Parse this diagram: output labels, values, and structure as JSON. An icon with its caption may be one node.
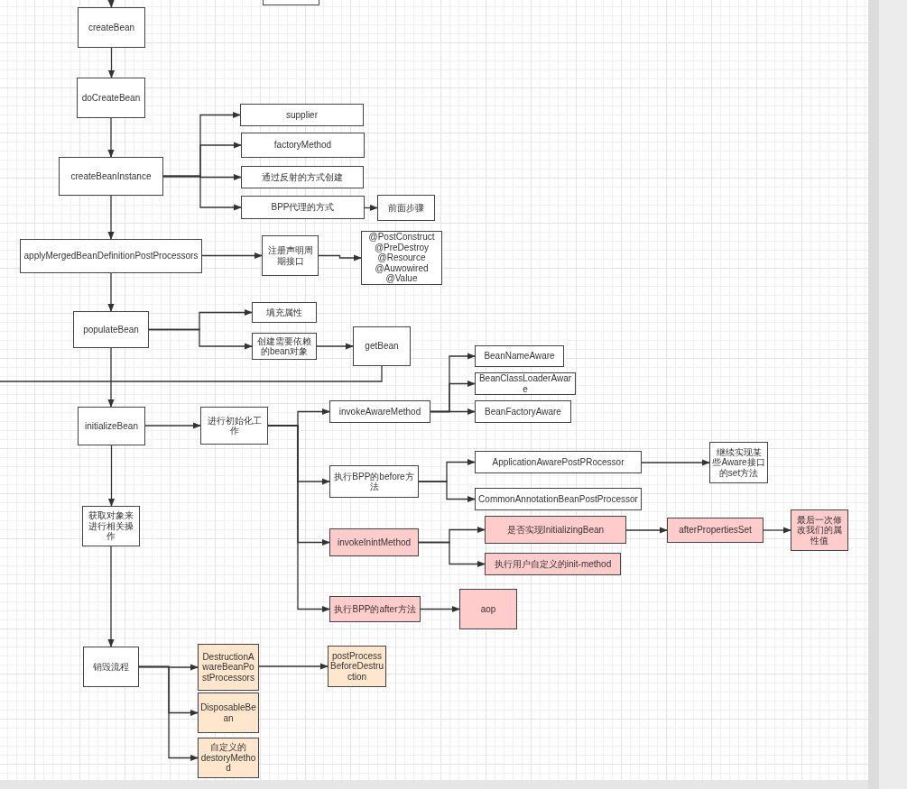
{
  "diagram": {
    "nodes": [
      {
        "text": [
          "createBean"
        ]
      },
      {
        "text": [
          "doCreateBean"
        ]
      },
      {
        "text": [
          "createBeanInstance"
        ]
      },
      {
        "text": [
          "supplier"
        ]
      },
      {
        "text": [
          "factoryMethod"
        ]
      },
      {
        "text": [
          "通过反射的方式创建"
        ]
      },
      {
        "text": [
          "BPP代理的方式"
        ]
      },
      {
        "text": [
          "前面步骤"
        ]
      },
      {
        "text": [
          "applyMergedBeanDefinitionPostProcessors"
        ]
      },
      {
        "text": [
          "注册声明周期接口"
        ]
      },
      {
        "text": [
          "@PostConstruct @PreDestroy @Resource @Auwowired @Value"
        ]
      },
      {
        "text": [
          "populateBean"
        ]
      },
      {
        "text": [
          "填充属性"
        ]
      },
      {
        "text": [
          "创建需要依赖的bean对象"
        ]
      },
      {
        "text": [
          "getBean"
        ]
      },
      {
        "text": [
          "initializeBean"
        ]
      },
      {
        "text": [
          "进行初始化工作"
        ]
      },
      {
        "text": [
          "invokeAwareMethod"
        ]
      },
      {
        "text": [
          "BeanNameAware"
        ]
      },
      {
        "text": [
          "BeanClassLoaderAware"
        ]
      },
      {
        "text": [
          "BeanFactoryAware"
        ]
      },
      {
        "text": [
          "获取对象来进行相关操作"
        ]
      },
      {
        "text": [
          "执行BPP的before方法"
        ]
      },
      {
        "text": [
          "ApplicationAwarePostPRocessor"
        ]
      },
      {
        "text": [
          "CommonAnnotationBeanPostProcessor"
        ]
      },
      {
        "text": [
          "继续实现某些Aware接口的set方法"
        ]
      },
      {
        "text": [
          "invokeInintMethod"
        ]
      },
      {
        "text": [
          "是否实现InitializingBean"
        ]
      },
      {
        "text": [
          "afterPropertiesSet"
        ]
      },
      {
        "text": [
          "最后一次修改我们的属性值"
        ]
      },
      {
        "text": [
          "执行用户自定义的init-method"
        ]
      },
      {
        "text": [
          "执行BPP的after方法"
        ]
      },
      {
        "text": [
          "aop"
        ]
      },
      {
        "text": [
          "销毁流程"
        ]
      },
      {
        "text": [
          "DestructionAwareBeanPostProcessors"
        ]
      },
      {
        "text": [
          "postProcessBeforeDestruction"
        ]
      },
      {
        "text": [
          "DisposableBean"
        ]
      },
      {
        "text": [
          "自定义的destoryMethod"
        ]
      },
      {
        "text": [],
        "shape": "box"
      }
    ],
    "edges": [
      {
        "from": null,
        "to": 0,
        "arrow": "to"
      },
      {
        "from": 0,
        "to": 1,
        "arrow": "to"
      },
      {
        "from": 1,
        "to": 2,
        "arrow": "to"
      },
      {
        "from": 2,
        "to": 3,
        "arrow": "to"
      },
      {
        "from": 2,
        "to": 4,
        "arrow": "to"
      },
      {
        "from": 2,
        "to": 5,
        "arrow": "to"
      },
      {
        "from": 2,
        "to": 6,
        "arrow": "to"
      },
      {
        "from": 6,
        "to": 7,
        "arrow": "to"
      },
      {
        "from": 2,
        "to": 8,
        "arrow": "to"
      },
      {
        "from": 8,
        "to": 9,
        "arrow": "to"
      },
      {
        "from": 9,
        "to": 10,
        "arrow": "to"
      },
      {
        "from": 8,
        "to": 11,
        "arrow": "to"
      },
      {
        "from": 11,
        "to": 12,
        "arrow": "to"
      },
      {
        "from": 11,
        "to": 13,
        "arrow": "to"
      },
      {
        "from": 13,
        "to": 14,
        "arrow": "to"
      },
      {
        "from": 14,
        "to": null,
        "arrow": "none"
      },
      {
        "from": 11,
        "to": 15,
        "arrow": "to"
      },
      {
        "from": 15,
        "to": 16,
        "arrow": "to"
      },
      {
        "from": 16,
        "to": 17,
        "arrow": "to"
      },
      {
        "from": 16,
        "to": 22,
        "arrow": "to"
      },
      {
        "from": 16,
        "to": 26,
        "arrow": "to"
      },
      {
        "from": 16,
        "to": 31,
        "arrow": "to"
      },
      {
        "from": 17,
        "to": 18,
        "arrow": "to"
      },
      {
        "from": 17,
        "to": 19,
        "arrow": "to"
      },
      {
        "from": 17,
        "to": 20,
        "arrow": "to"
      },
      {
        "from": 22,
        "to": 23,
        "arrow": "to"
      },
      {
        "from": 22,
        "to": 24,
        "arrow": "to"
      },
      {
        "from": 23,
        "to": 25,
        "arrow": "to"
      },
      {
        "from": 26,
        "to": 27,
        "arrow": "to"
      },
      {
        "from": 26,
        "to": 30,
        "arrow": "to"
      },
      {
        "from": 27,
        "to": 28,
        "arrow": "to"
      },
      {
        "from": 28,
        "to": 29,
        "arrow": "to"
      },
      {
        "from": 31,
        "to": 32,
        "arrow": "to"
      },
      {
        "from": 15,
        "to": 21,
        "arrow": "to"
      },
      {
        "from": 21,
        "to": 33,
        "arrow": "to"
      },
      {
        "from": 33,
        "to": 34,
        "arrow": "to"
      },
      {
        "from": 33,
        "to": 36,
        "arrow": "to"
      },
      {
        "from": 33,
        "to": 37,
        "arrow": "to"
      },
      {
        "from": 34,
        "to": 35,
        "arrow": "to"
      }
    ]
  }
}
